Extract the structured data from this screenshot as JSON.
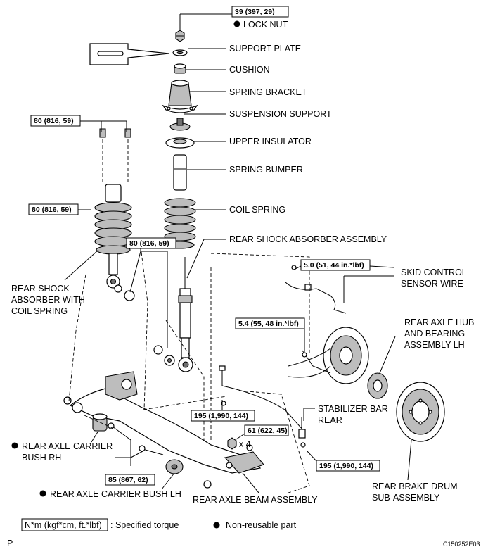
{
  "torque": {
    "lock_nut": "39 (397, 29)",
    "upper_bolt": "80 (816, 59)",
    "mid_bolt": "80 (816, 59)",
    "lower_bolt": "80 (816, 59)",
    "skid_sensor": "5.0 (51, 44 in.*lbf)",
    "hub_sensor": "5.4 (55, 48 in.*lbf)",
    "stab_upper": "195 (1,990, 144)",
    "hub_bolt": "61 (622, 45)",
    "hub_bolt_qty": "x 4",
    "stab_lower": "195 (1,990, 144)",
    "carrier_bolt": "85 (867, 62)"
  },
  "labels": {
    "lock_nut": "LOCK NUT",
    "support_plate": "SUPPORT PLATE",
    "cushion": "CUSHION",
    "spring_bracket": "SPRING BRACKET",
    "suspension_support": "SUSPENSION SUPPORT",
    "upper_insulator": "UPPER INSULATOR",
    "spring_bumper": "SPRING BUMPER",
    "coil_spring": "COIL SPRING",
    "rear_shock_assembly": "REAR SHOCK ABSORBER ASSEMBLY",
    "shock_with_spring": [
      "REAR SHOCK",
      "ABSORBER WITH",
      "COIL SPRING"
    ],
    "skid_wire": [
      "SKID CONTROL",
      "SENSOR WIRE"
    ],
    "hub_bearing": [
      "REAR AXLE HUB",
      "AND BEARING",
      "ASSEMBLY LH"
    ],
    "stabilizer": [
      "STABILIZER BAR",
      "REAR"
    ],
    "carrier_bush_rh": [
      "REAR AXLE CARRIER",
      "BUSH RH"
    ],
    "brake_drum": [
      "REAR BRAKE DRUM",
      "SUB-ASSEMBLY"
    ],
    "carrier_bush_lh": "REAR AXLE CARRIER BUSH LH",
    "beam_assembly": "REAR AXLE BEAM ASSEMBLY"
  },
  "legend": {
    "torque_unit": "N*m (kgf*cm, ft.*lbf)",
    "torque_text": ": Specified torque",
    "nonreusable_text": "Non-reusable part"
  },
  "footer": {
    "page_letter": "P",
    "figure_code": "C150252E03"
  }
}
